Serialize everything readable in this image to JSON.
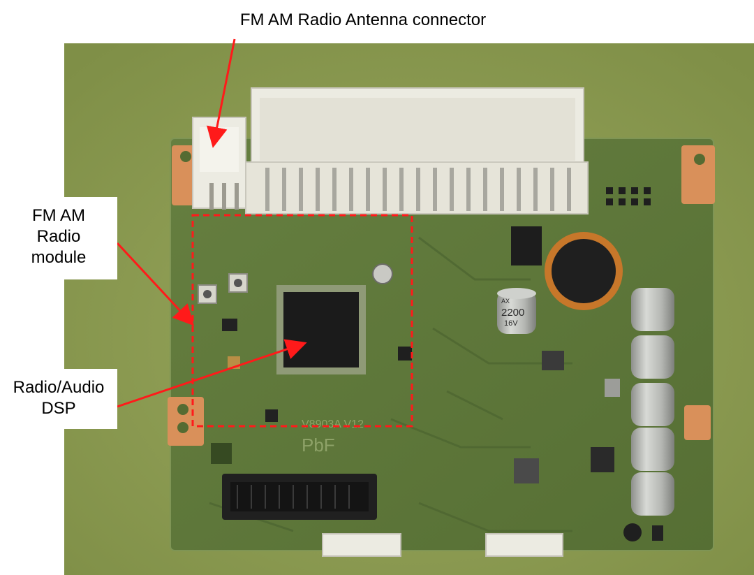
{
  "labels": {
    "antenna": "FM AM Radio Antenna connector",
    "module_line1": "FM AM",
    "module_line2": "Radio",
    "module_line3": "module",
    "dsp_line1": "Radio/Audio",
    "dsp_line2": "DSP"
  },
  "board_markings": {
    "silk_code": "V8903A V12",
    "silk_pbf": "PbF"
  },
  "capacitor_marking": {
    "brand": "AX",
    "value": "2200",
    "voltage": "16V"
  },
  "colors": {
    "annotation_red": "#ff1a1a",
    "board_green": "#5f7a3c",
    "connector_white": "#ecebe2",
    "copper_pad": "#d9905a",
    "chip_black": "#1b1b1b",
    "capacitor_grey": "#b9bbb8"
  }
}
